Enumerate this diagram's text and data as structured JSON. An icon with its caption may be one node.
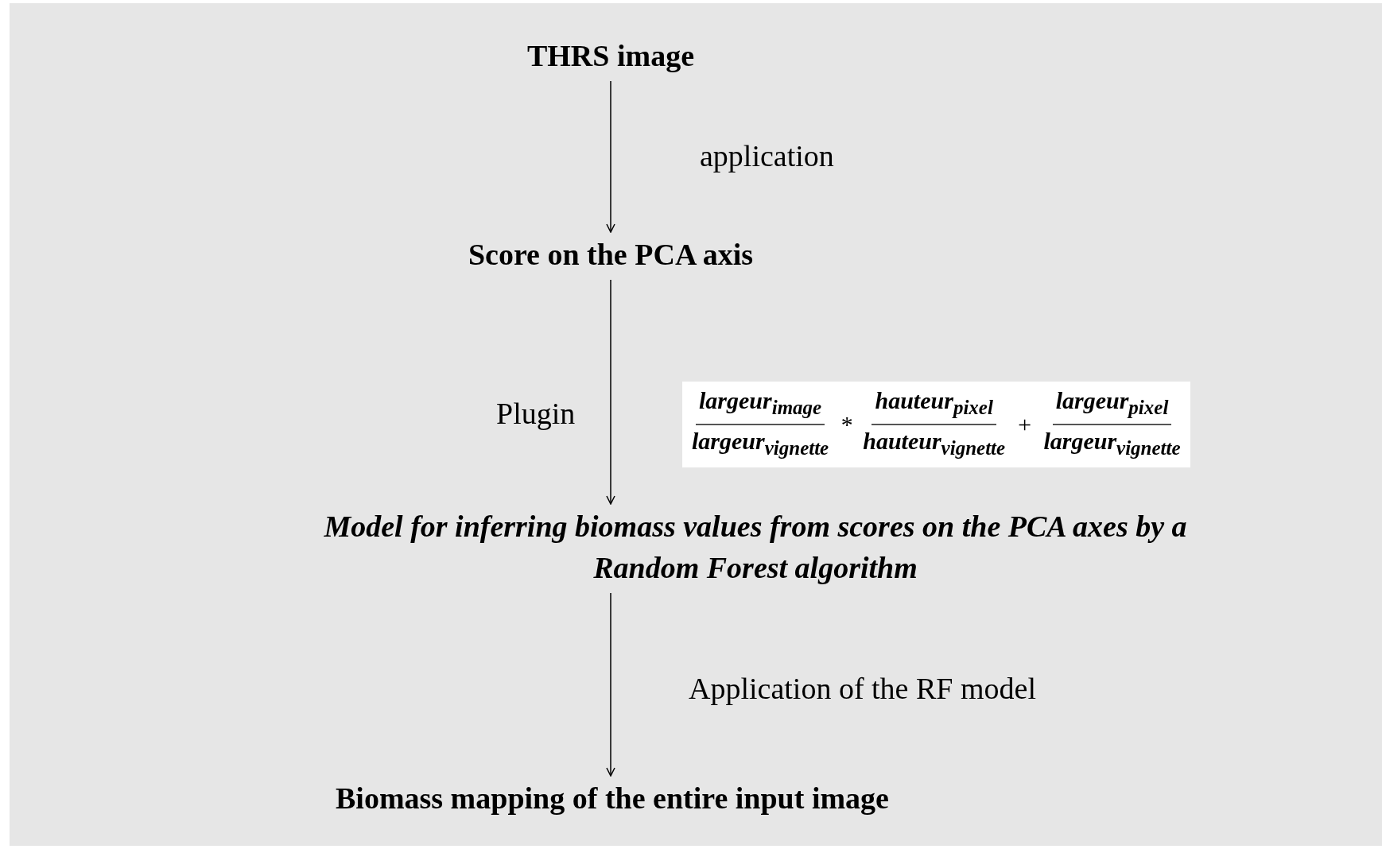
{
  "diagram": {
    "nodes": [
      {
        "text": [
          "THRS image"
        ]
      },
      {
        "text": [
          "Score on the PCA axis"
        ]
      },
      {
        "text": [
          "Model for inferring biomass values from scores on the PCA axes by a Random Forest algorithm"
        ]
      },
      {
        "text": [
          "Biomass mapping of the entire input image"
        ]
      },
      {
        "text": [
          "largeur$_{image}$",
          "largeur$_{vignette}$",
          "*",
          "hauteur$_{pixel}$",
          "hauteur$_{vignette}$",
          "+",
          "largeur$_{pixel}$",
          "largeur$_{vignette}$"
        ]
      }
    ],
    "edges": [
      {
        "from": 0,
        "to": 1,
        "arrow": "to",
        "label": "application"
      },
      {
        "from": 1,
        "to": 2,
        "arrow": "to",
        "label": "Plugin"
      },
      {
        "from": 2,
        "to": 3,
        "arrow": "to",
        "label": "Application of the RF model"
      }
    ]
  }
}
